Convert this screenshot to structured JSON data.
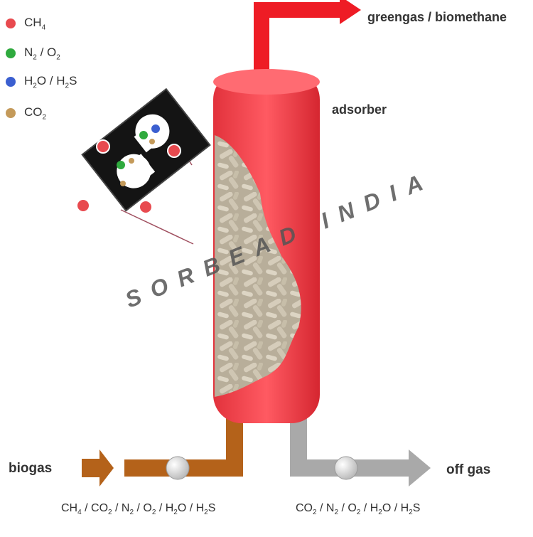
{
  "legend": [
    {
      "formula": "CH<sub>4</sub>",
      "color": "#e84a4f",
      "icon": "red-sphere"
    },
    {
      "formula": "N<sub>2</sub> / O<sub>2</sub>",
      "color": "#2faa3e",
      "icon": "green-sphere"
    },
    {
      "formula": "H<sub>2</sub>O / H<sub>2</sub>S",
      "color": "#3b5fd0",
      "icon": "blue-sphere"
    },
    {
      "formula": "CO<sub>2</sub>",
      "color": "#c49a5a",
      "icon": "tan-sphere"
    }
  ],
  "labels": {
    "product": "greengas / biomethane",
    "vessel": "adsorber",
    "feed": "biogas",
    "exhaust": "off gas"
  },
  "formulas": {
    "feed_composition": "CH<sub>4</sub> / CO<sub>2</sub> / N<sub>2</sub> / O<sub>2</sub> / H<sub>2</sub>O / H<sub>2</sub>S",
    "exhaust_composition": "CO<sub>2</sub> / N<sub>2</sub> / O<sub>2</sub> / H<sub>2</sub>O / H<sub>2</sub>S"
  },
  "watermark": "SORBEAD INDIA",
  "colors": {
    "vessel": "#f03c46",
    "product_pipe": "#ee1c25",
    "feed_pipe": "#b4621a",
    "exhaust_pipe": "#a9a9a9",
    "pellet": "#cbc2b0"
  }
}
